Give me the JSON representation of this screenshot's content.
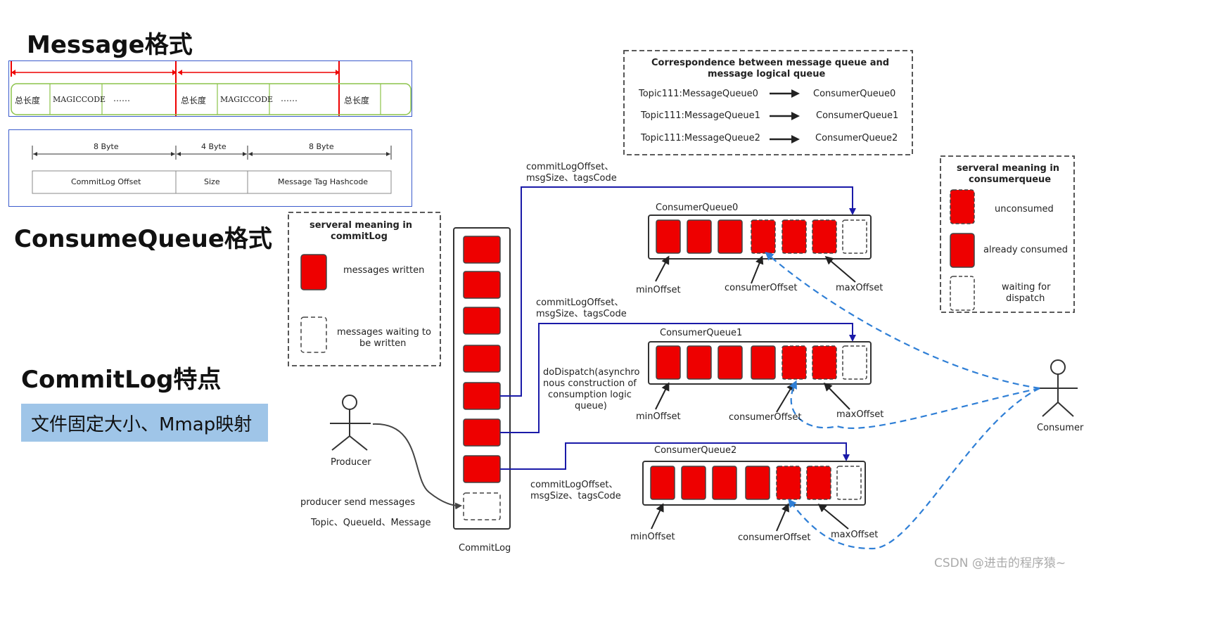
{
  "titles": {
    "message_format": "Message格式",
    "consumequeue_format": "ConsumeQueue格式",
    "commitlog_features": "CommitLog特点"
  },
  "message_format": {
    "cells": [
      "总长度",
      "MAGICCODE",
      "……",
      "总长度",
      "MAGICCODE",
      "……",
      "总长度"
    ]
  },
  "consumequeue_format": {
    "fields": [
      {
        "size": "8 Byte",
        "name": "CommitLog Offset"
      },
      {
        "size": "4 Byte",
        "name": "Size"
      },
      {
        "size": "8 Byte",
        "name": "Message Tag Hashcode"
      }
    ]
  },
  "commitlog_feature_text": "文件固定大小、Mmap映射",
  "legend_commitlog": {
    "title_line1": "serveral meaning in",
    "title_line2": "commitLog",
    "written": "messages written",
    "waiting_line1": "messages waiting to",
    "waiting_line2": "be written"
  },
  "legend_consumerqueue": {
    "title_line1": "serveral meaning in",
    "title_line2": "consumerqueue",
    "unconsumed": "unconsumed",
    "consumed": "already consumed",
    "waiting_line1": "waiting for",
    "waiting_line2": "dispatch"
  },
  "correspondence": {
    "title_line1": "Correspondence between message queue and",
    "title_line2": "message logical queue",
    "rows": [
      {
        "from": "Topic111:MessageQueue0",
        "to": "ConsumerQueue0"
      },
      {
        "from": "Topic111:MessageQueue1",
        "to": "ConsumerQueue1"
      },
      {
        "from": "Topic111:MessageQueue2",
        "to": "ConsumerQueue2"
      }
    ]
  },
  "actors": {
    "producer": "Producer",
    "consumer": "Consumer"
  },
  "commitlog_label": "CommitLog",
  "producer_send_line1": "producer send messages",
  "producer_send_line2": "Topic、QueueId、Message",
  "dispatch_line1": "doDispatch(asynchro",
  "dispatch_line2": "nous construction of",
  "dispatch_line3": "consumption logic",
  "dispatch_line4": "queue)",
  "offset_label_line1": "commitLogOffset、",
  "offset_label_line2": "msgSize、tagsCode",
  "queues": [
    {
      "name": "ConsumerQueue0",
      "min": "minOffset",
      "consumer": "consumerOffset",
      "max": "maxOffset"
    },
    {
      "name": "ConsumerQueue1",
      "min": "minOffset",
      "consumer": "consumerOffset",
      "max": "maxOffset"
    },
    {
      "name": "ConsumerQueue2",
      "min": "minOffset",
      "consumer": "consumerOffset",
      "max": "maxOffset"
    }
  ],
  "watermark": "CSDN @进击的程序猿~",
  "colors": {
    "red": "#ee0000",
    "blue_line": "#1a1aa8",
    "dashed_blue": "#2f7fd6",
    "feature_bg": "#9fc5e8"
  }
}
